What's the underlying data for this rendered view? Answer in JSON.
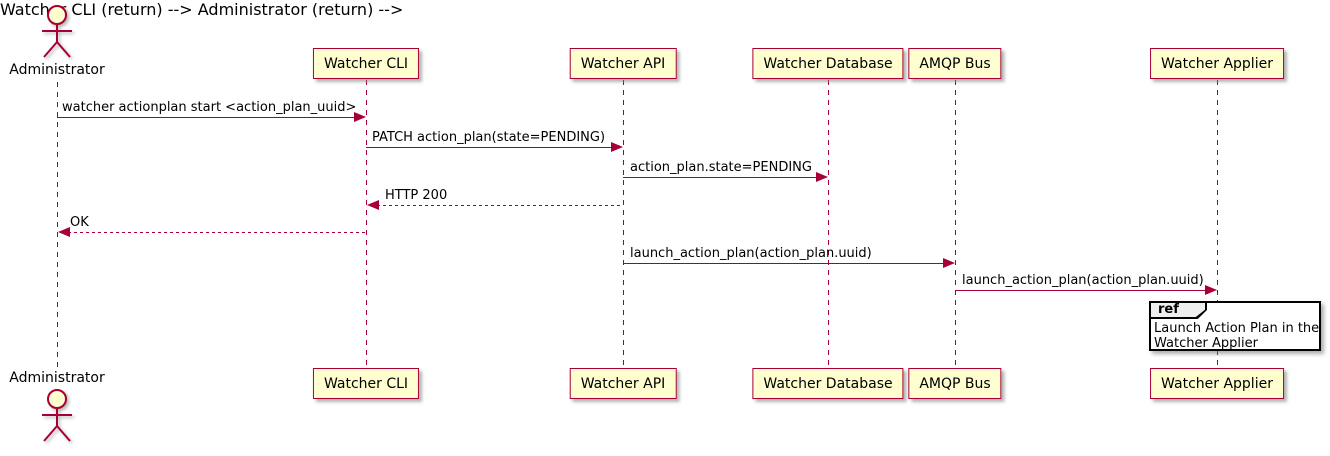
{
  "diagram_type": "uml-sequence",
  "colors": {
    "line": "#A80036",
    "participant_fill": "#FEFECE",
    "participant_border": "#A80036",
    "ref_tab_fill": "#EEEEEE",
    "ref_border": "#000000",
    "text": "#000000",
    "background": "#ffffff"
  },
  "actor": {
    "top_label": "Administrator",
    "bottom_label": "Administrator",
    "icon": "stick-figure-actor"
  },
  "participants": [
    {
      "label": "Watcher CLI"
    },
    {
      "label": "Watcher API"
    },
    {
      "label": "Watcher Database"
    },
    {
      "label": "AMQP Bus"
    },
    {
      "label": "Watcher Applier"
    }
  ],
  "messages": [
    {
      "label": "watcher actionplan start <action_plan_uuid>",
      "from": "Administrator",
      "to": "Watcher CLI",
      "style": "solid",
      "direction": "right"
    },
    {
      "label": "PATCH action_plan(state=PENDING)",
      "from": "Watcher CLI",
      "to": "Watcher API",
      "style": "solid",
      "direction": "right"
    },
    {
      "label": "action_plan.state=PENDING",
      "from": "Watcher API",
      "to": "Watcher Database",
      "style": "solid",
      "direction": "right"
    },
    {
      "label": "HTTP 200",
      "from": "Watcher API",
      "to": "Watcher CLI",
      "style": "dashed",
      "direction": "left"
    },
    {
      "label": "OK",
      "from": "Watcher CLI",
      "to": "Administrator",
      "style": "dashed",
      "direction": "left"
    },
    {
      "label": "launch_action_plan(action_plan.uuid)",
      "from": "Watcher API",
      "to": "AMQP Bus",
      "style": "solid",
      "direction": "right"
    },
    {
      "label": "launch_action_plan(action_plan.uuid)",
      "from": "AMQP Bus",
      "to": "Watcher Applier",
      "style": "solid",
      "direction": "right"
    }
  ],
  "ref_fragment": {
    "tag": "ref",
    "text_line1": "Launch Action Plan in the",
    "text_line2": "Watcher Applier",
    "over": "Watcher Applier"
  }
}
